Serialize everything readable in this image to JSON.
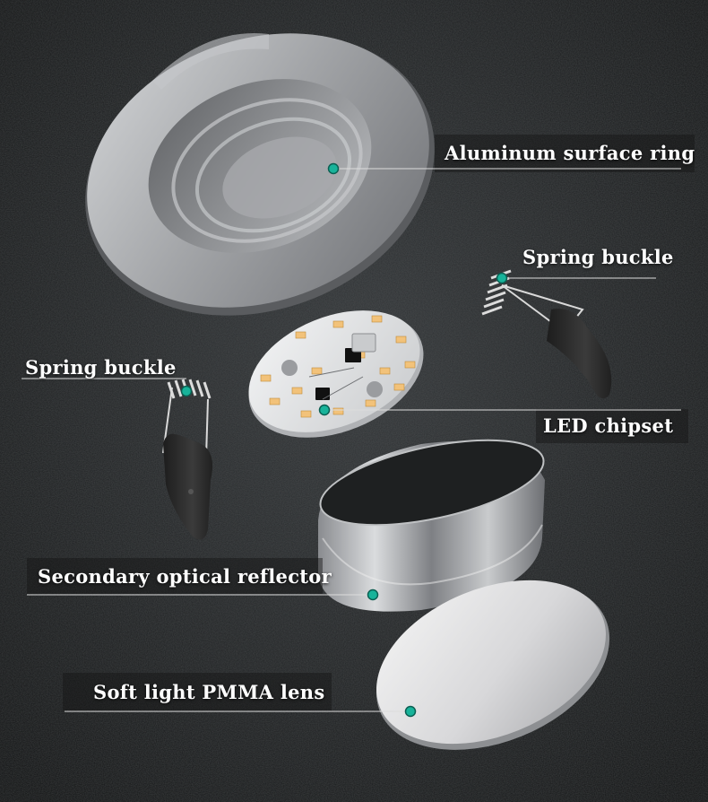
{
  "colors": {
    "background": "#1d1f20",
    "leader_line": "#dcdcdc",
    "marker": "#18b39a",
    "aluminum": "#a9abad",
    "clip": "#2b2b2b",
    "led": "#f2c27a"
  },
  "labels": {
    "aluminum_ring": "Aluminum surface ring",
    "spring_buckle_right": "Spring buckle",
    "spring_buckle_left": "Spring buckle",
    "led_chipset": "LED chipset",
    "reflector": "Secondary optical reflector",
    "lens": "Soft light PMMA lens"
  }
}
